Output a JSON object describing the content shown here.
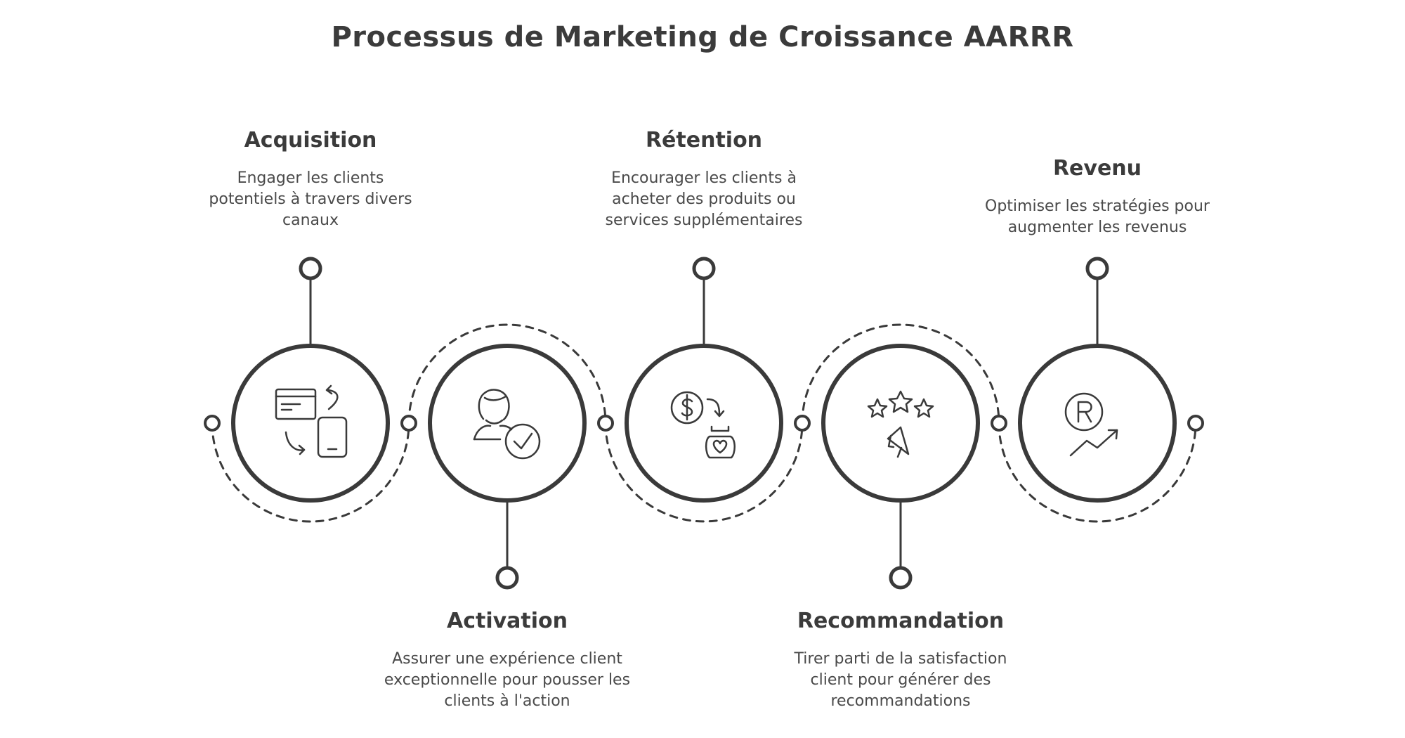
{
  "title": "Processus de Marketing de Croissance AARRR",
  "colors": {
    "stroke": "#3a3a3a",
    "background": "#ffffff"
  },
  "stages": [
    {
      "heading": "Acquisition",
      "description": "Engager les clients potentiels à travers divers canaux",
      "icon": "devices-icon"
    },
    {
      "heading": "Activation",
      "description": "Assurer une expérience client exceptionnelle pour pousser les clients à l'action",
      "icon": "user-check-icon"
    },
    {
      "heading": "Rétention",
      "description": "Encourager les clients à acheter des produits ou services supplémentaires",
      "icon": "dollar-heart-bag-icon"
    },
    {
      "heading": "Recommandation",
      "description": "Tirer parti de la satisfaction client pour générer des recommandations",
      "icon": "stars-megaphone-icon"
    },
    {
      "heading": "Revenu",
      "description": "Optimiser les stratégies pour augmenter les revenus",
      "icon": "revenue-growth-icon"
    }
  ]
}
